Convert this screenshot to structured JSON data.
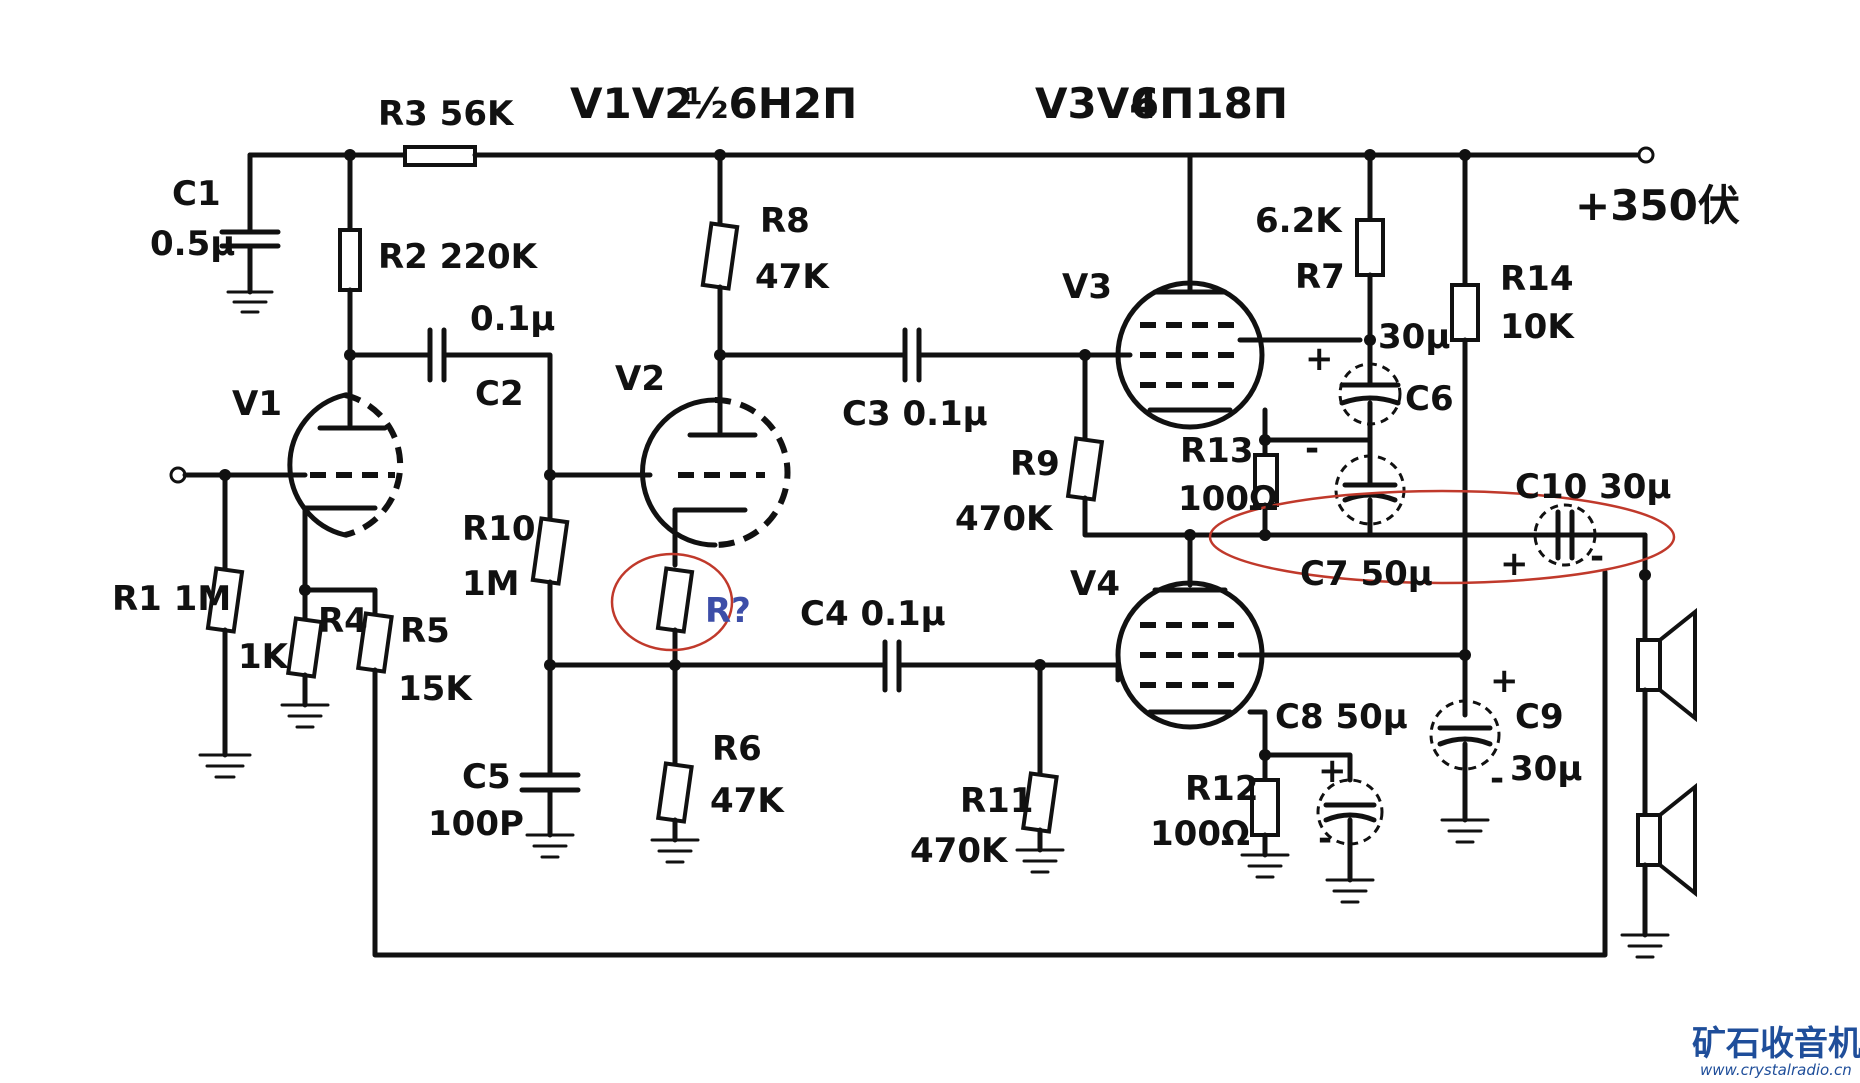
{
  "tubes": {
    "v1v2_type_prefix": "V1V2",
    "v1v2_type": "½6H2П",
    "v3v4_type_prefix": "V3V4",
    "v3v4_type": "6П18П",
    "v1": "V1",
    "v2": "V2",
    "v3": "V3",
    "v4": "V4"
  },
  "supply": {
    "label": "+350伏"
  },
  "resistors": {
    "r1": "R1 1M",
    "r2": "R2 220K",
    "r3": "R3 56K",
    "r4_name": "R4",
    "r4_value": "1K",
    "r5_name": "R5",
    "r5_value": "15K",
    "r6_name": "R6",
    "r6_value": "47K",
    "r7_name": "R7",
    "r7_value": "6.2K",
    "r8_name": "R8",
    "r8_value": "47K",
    "r9_name": "R9",
    "r9_value": "470K",
    "r10_name": "R10",
    "r10_value": "1M",
    "r11_name": "R11",
    "r11_value": "470K",
    "r12_name": "R12",
    "r12_value": "100Ω",
    "r13_name": "R13",
    "r13_value": "100Ω",
    "r14_name": "R14",
    "r14_value": "10K",
    "r_unknown": "R?"
  },
  "capacitors": {
    "c1_name": "C1",
    "c1_value": "0.5μ",
    "c2_name": "C2",
    "c2_value": "0.1μ",
    "c3": "C3 0.1μ",
    "c4": "C4 0.1μ",
    "c5_name": "C5",
    "c5_value": "100P",
    "c6_name": "C6",
    "c6_value": "30μ",
    "c7": "C7 50μ",
    "c8": "C8 50μ",
    "c9_name": "C9",
    "c9_value": "30μ",
    "c10": "C10 30μ"
  },
  "watermark": {
    "site_cn": "矿石收音机",
    "site_url": "www.crystalradio.cn"
  },
  "colors": {
    "ink": "#111111",
    "highlight": "#c0392b",
    "annotation": "#3d4ea8",
    "watermark": "#1f4e9a"
  }
}
